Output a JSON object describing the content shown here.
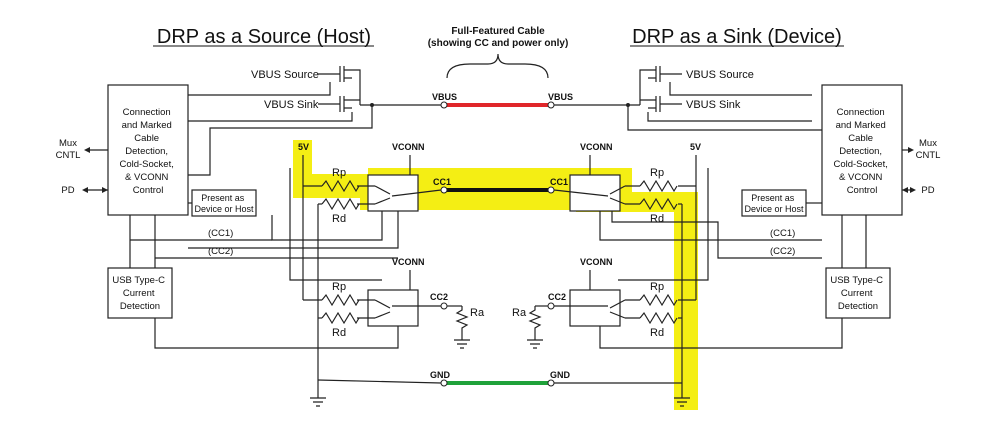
{
  "titles": {
    "left": "DRP as a Source (Host)",
    "right": "DRP as a Sink (Device)",
    "cable_line1": "Full-Featured Cable",
    "cable_line2": "(showing CC and power only)"
  },
  "control_box": [
    "Connection",
    "and Marked",
    "Cable",
    "Detection,",
    "Cold-Socket,",
    "& VCONN",
    "Control"
  ],
  "current_box": [
    "USB Type-C",
    "Current",
    "Detection"
  ],
  "present_box": [
    "Present as",
    "Device or Host"
  ],
  "labels": {
    "vbus_source": "VBUS Source",
    "vbus_sink": "VBUS Sink",
    "vbus": "VBUS",
    "mux_line1": "Mux",
    "mux_line2": "CNTL",
    "pd": "PD",
    "five_v": "5V",
    "vconn": "VCONN",
    "rp": "Rp",
    "rd": "Rd",
    "ra": "Ra",
    "cc1": "CC1",
    "cc2": "CC2",
    "cc1_paren": "(CC1)",
    "cc2_paren": "(CC2)",
    "gnd": "GND"
  },
  "colors": {
    "vbus_wire": "#e0262a",
    "gnd_wire": "#1fa23a",
    "cc_wire": "#111111",
    "highlight": "#f4ee14"
  }
}
